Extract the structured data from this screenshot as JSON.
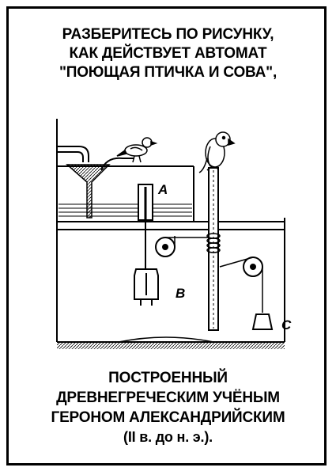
{
  "heading": {
    "line1": "РАЗБЕРИТЕСЬ ПО РИСУНКУ,",
    "line2": "КАК ДЕЙСТВУЕТ АВТОМАТ",
    "line3": "\"ПОЮЩАЯ ПТИЧКА И СОВА\","
  },
  "caption": {
    "line1": "ПОСТРОЕННЫЙ",
    "line2": "ДРЕВНЕГРЕЧЕСКИМ УЧЁНЫМ",
    "line3": "ГЕРОНОМ АЛЕКСАНДРИЙСКИМ",
    "line4": "(II в. до н. э.)."
  },
  "diagram": {
    "label_a": "A",
    "label_b": "B",
    "label_c": "C"
  },
  "colors": {
    "ink": "#000000",
    "paper": "#ffffff"
  }
}
